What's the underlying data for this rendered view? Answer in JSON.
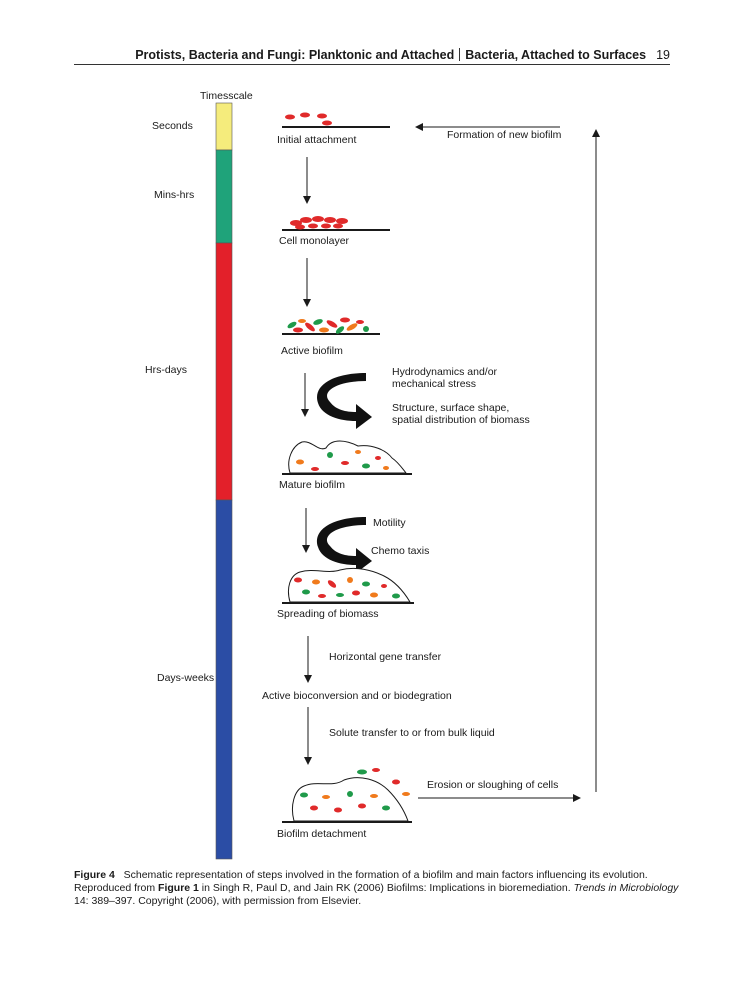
{
  "header": {
    "title_left": "Protists, Bacteria and Fungi: Planktonic and Attached",
    "title_right": "Bacteria, Attached to Surfaces",
    "page_number": "19"
  },
  "timescale": {
    "title": "Timesscale",
    "segments": [
      {
        "label": "Seconds",
        "color": "#f5ec7c"
      },
      {
        "label": "Mins-hrs",
        "color": "#1fa37a"
      },
      {
        "label": "Hrs-days",
        "color": "#e3202a"
      },
      {
        "label": "Days-weeks",
        "color": "#2b4da5"
      }
    ]
  },
  "stages": {
    "initial_attachment": "Initial attachment",
    "cell_monolayer": "Cell monolayer",
    "active_biofilm": "Active biofilm",
    "mature_biofilm": "Mature biofilm",
    "spreading": "Spreading of biomass",
    "bioconversion": "Active bioconversion and or biodegration",
    "detachment": "Biofilm detachment"
  },
  "annotations": {
    "new_biofilm": "Formation of new biofilm",
    "hydro_line1": "Hydrodynamics and/or",
    "hydro_line2": "mechanical stress",
    "structure_line1": "Structure, surface shape,",
    "structure_line2": "spatial distribution of biomass",
    "motility": "Motility",
    "chemotaxis": "Chemo taxis",
    "gene_transfer": "Horizontal gene transfer",
    "solute_transfer": "Solute transfer to or from bulk liquid",
    "erosion": "Erosion or sloughing of cells"
  },
  "caption": {
    "figure_label": "Figure 4",
    "text1": "Schematic representation of steps involved in the formation of a biofilm and main factors influencing its evolution. Reproduced from ",
    "ref_label": "Figure 1",
    "text2": " in Singh R, Paul D, and Jain RK (2006) Biofilms: Implications in bioremediation. ",
    "journal": "Trends in Microbiology",
    "text3": " 14: 389–397. Copyright (2006), with permission from Elsevier."
  },
  "cell_colors": {
    "red": "#e02a2a",
    "green": "#1f9a4a",
    "orange": "#f07a1c"
  }
}
